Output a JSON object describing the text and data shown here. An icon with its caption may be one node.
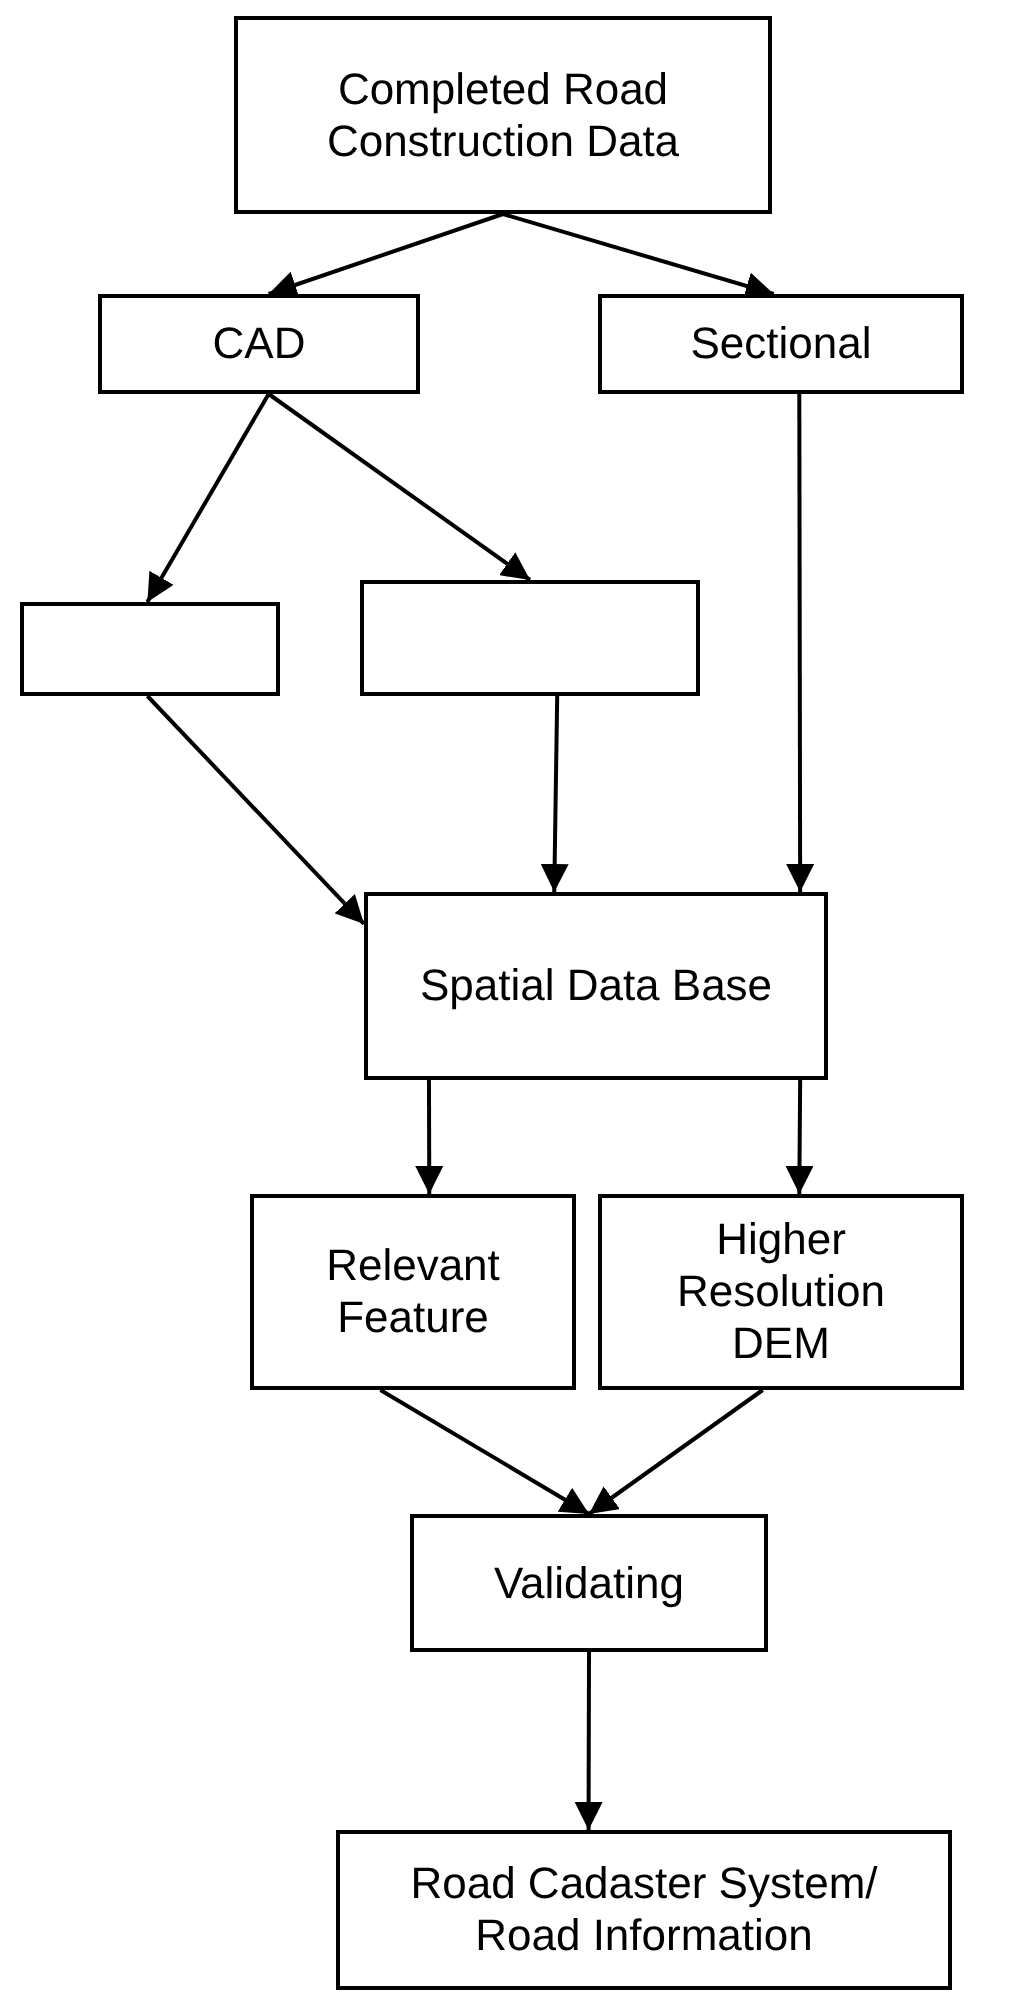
{
  "diagram": {
    "nodes": [
      {
        "text": [
          "Completed Road Construction Data"
        ]
      },
      {
        "text": [
          "CAD"
        ]
      },
      {
        "text": [
          "Sectional"
        ]
      },
      {
        "text": [],
        "shape": "box"
      },
      {
        "text": [],
        "shape": "box"
      },
      {
        "text": [
          "Spatial Data Base"
        ]
      },
      {
        "text": [
          "Relevant Feature"
        ]
      },
      {
        "text": [
          "Higher Resolution DEM"
        ]
      },
      {
        "text": [
          "Validating"
        ]
      },
      {
        "text": [
          "Road Cadaster System/ Road Information"
        ]
      }
    ],
    "edges": [
      {
        "from": 0,
        "to": 1,
        "arrow": "to"
      },
      {
        "from": 0,
        "to": 2,
        "arrow": "to"
      },
      {
        "from": 1,
        "to": 3,
        "arrow": "to"
      },
      {
        "from": 1,
        "to": 4,
        "arrow": "to"
      },
      {
        "from": 3,
        "to": 5,
        "arrow": "to"
      },
      {
        "from": 4,
        "to": 5,
        "arrow": "to"
      },
      {
        "from": 2,
        "to": 5,
        "arrow": "to"
      },
      {
        "from": 5,
        "to": 6,
        "arrow": "to"
      },
      {
        "from": 5,
        "to": 7,
        "arrow": "to"
      },
      {
        "from": 6,
        "to": 8,
        "arrow": "to"
      },
      {
        "from": 7,
        "to": 8,
        "arrow": "to"
      },
      {
        "from": 8,
        "to": 9,
        "arrow": "to"
      }
    ]
  }
}
